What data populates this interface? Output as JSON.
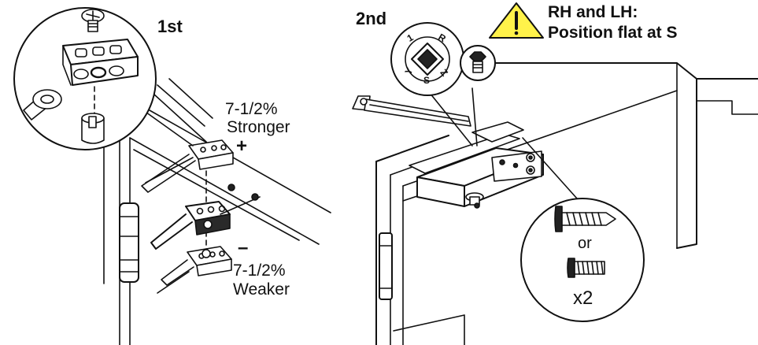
{
  "step1": {
    "label": "1st",
    "stronger_pct": "7-1/2%",
    "stronger_word": "Stronger",
    "plus": "+",
    "minus": "–",
    "weaker_pct": "7-1/2%",
    "weaker_word": "Weaker"
  },
  "step2": {
    "label": "2nd",
    "warning_line1": "RH and LH:",
    "warning_line2": "Position flat at S",
    "dial_letters": [
      "1",
      "R",
      "Y",
      "S",
      "Z"
    ],
    "or_text": "or",
    "quantity": "x2"
  },
  "icons": [
    "warning-triangle-icon",
    "screw-icon",
    "hex-bolt-icon",
    "wood-screw-icon",
    "machine-screw-icon"
  ],
  "colors": {
    "warning_fill": "#FFF24A",
    "line": "#111111",
    "background": "#FFFFFF"
  }
}
